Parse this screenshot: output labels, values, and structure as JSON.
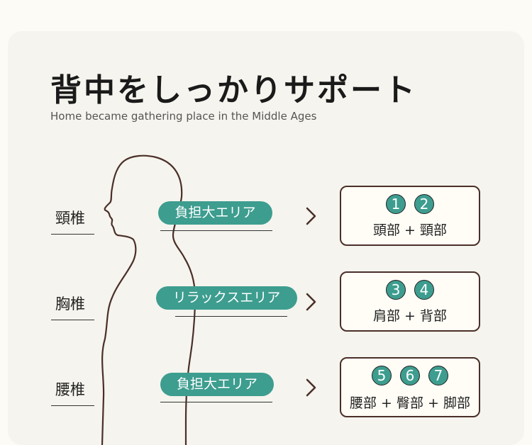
{
  "header": {
    "title": "背中をしっかりサポート",
    "subtitle": "Home became gathering place in the Middle Ages"
  },
  "rows": [
    {
      "spine": "頸椎",
      "area": "負担大エリア",
      "numbers": [
        "1",
        "2"
      ],
      "parts": "頭部 + 頸部"
    },
    {
      "spine": "胸椎",
      "area": "リラックスエリア",
      "numbers": [
        "3",
        "4"
      ],
      "parts": "肩部 + 背部"
    },
    {
      "spine": "腰椎",
      "area": "負担大エリア",
      "numbers": [
        "5",
        "6",
        "7"
      ],
      "parts": "腰部 + 臀部 + 脚部"
    }
  ],
  "colors": {
    "accent": "#3d9d8f",
    "box_border": "#4a2f28",
    "background": "#fcfbf6",
    "card": "#f5f4ee"
  }
}
